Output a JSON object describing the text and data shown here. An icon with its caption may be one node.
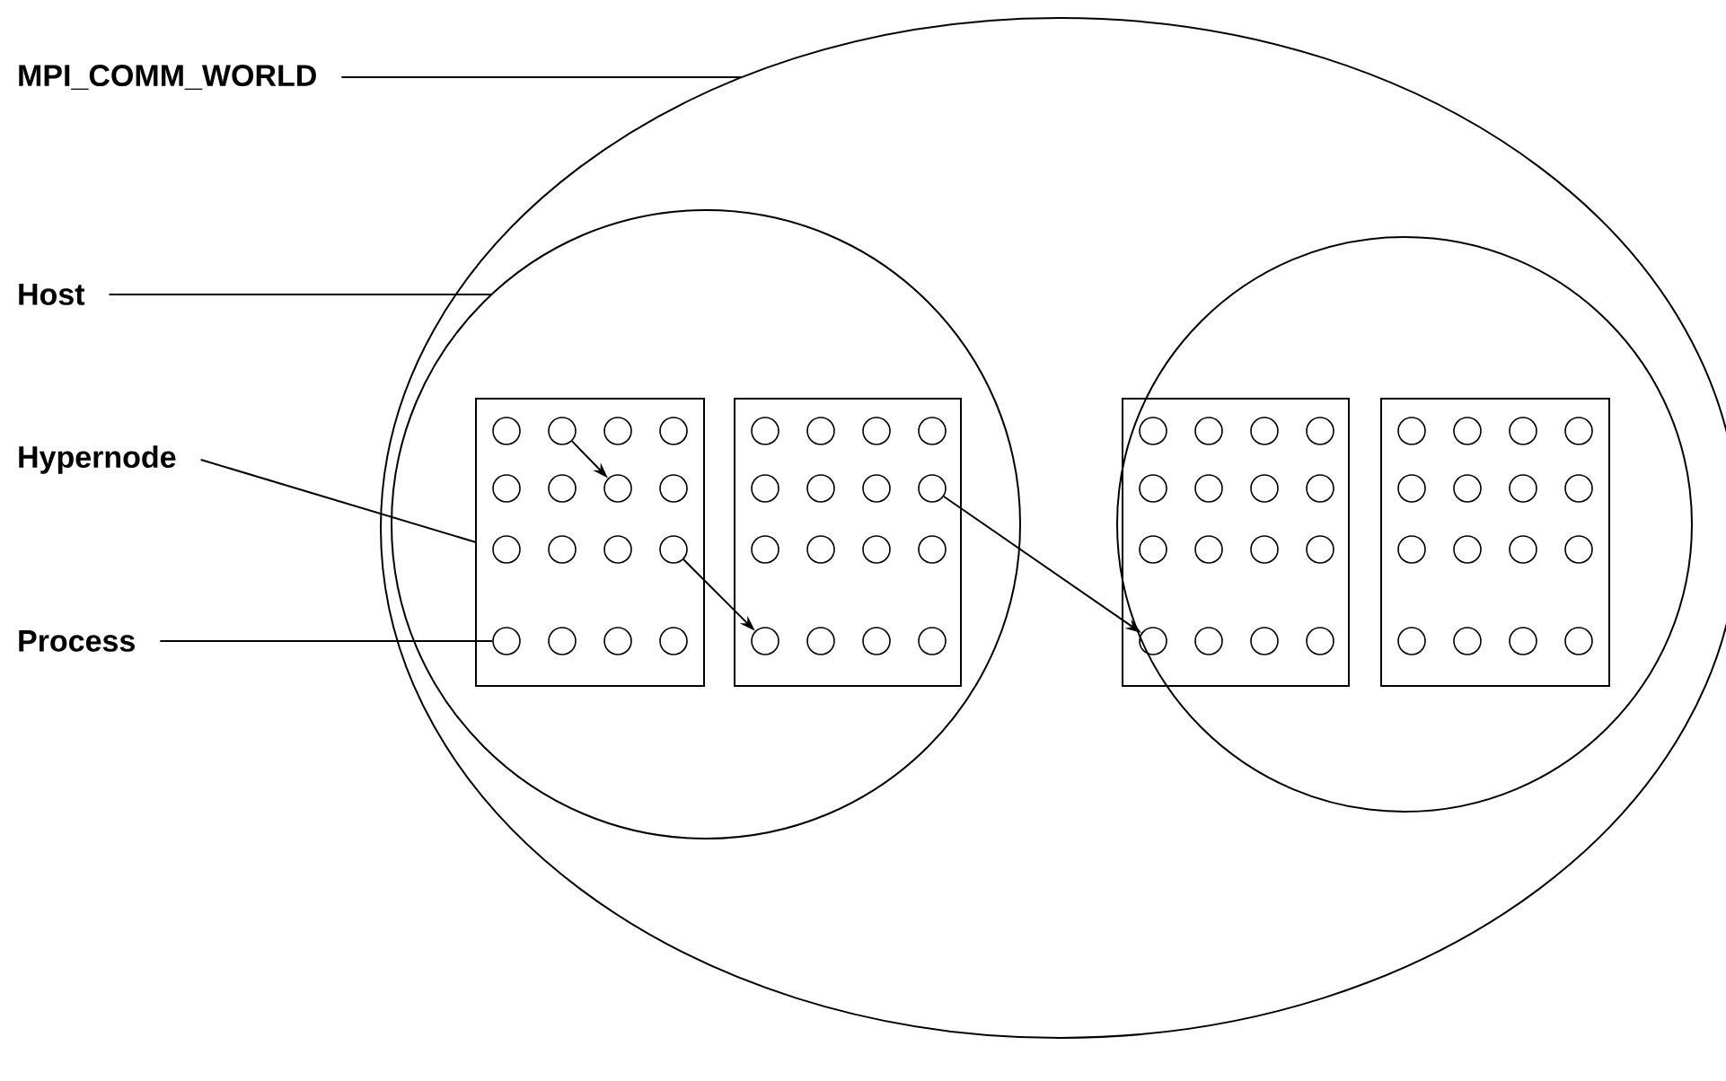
{
  "diagram": {
    "nodes": [
      {
        "text": [
          "MPI_COMM_WORLD"
        ]
      },
      {
        "text": [
          "Host"
        ]
      },
      {
        "text": [
          "Hypernode"
        ]
      },
      {
        "text": [
          "Process"
        ]
      },
      {
        "text": [],
        "shape": "ellipse"
      },
      {
        "text": [],
        "shape": "circle",
        "in": 4
      },
      {
        "text": [],
        "shape": "circle",
        "in": 4
      },
      {
        "text": [],
        "shape": "box",
        "in": 5
      },
      {
        "text": [],
        "shape": "circle",
        "in": 7
      },
      {
        "text": [],
        "shape": "circle",
        "in": 7
      },
      {
        "text": [],
        "shape": "circle",
        "in": 7
      },
      {
        "text": [],
        "shape": "circle",
        "in": 7
      },
      {
        "text": [],
        "shape": "circle",
        "in": 7
      },
      {
        "text": [],
        "shape": "circle",
        "in": 7
      },
      {
        "text": [],
        "shape": "circle",
        "in": 7
      },
      {
        "text": [],
        "shape": "circle",
        "in": 7
      },
      {
        "text": [],
        "shape": "circle",
        "in": 7
      },
      {
        "text": [],
        "shape": "circle",
        "in": 7
      },
      {
        "text": [],
        "shape": "circle",
        "in": 7
      },
      {
        "text": [],
        "shape": "circle",
        "in": 7
      },
      {
        "text": [],
        "shape": "circle",
        "in": 7
      },
      {
        "text": [],
        "shape": "circle",
        "in": 7
      },
      {
        "text": [],
        "shape": "circle",
        "in": 7
      },
      {
        "text": [],
        "shape": "circle",
        "in": 7
      },
      {
        "text": [],
        "shape": "box",
        "in": 5
      },
      {
        "text": [],
        "shape": "circle",
        "in": 24
      },
      {
        "text": [],
        "shape": "circle",
        "in": 24
      },
      {
        "text": [],
        "shape": "circle",
        "in": 24
      },
      {
        "text": [],
        "shape": "circle",
        "in": 24
      },
      {
        "text": [],
        "shape": "circle",
        "in": 24
      },
      {
        "text": [],
        "shape": "circle",
        "in": 24
      },
      {
        "text": [],
        "shape": "circle",
        "in": 24
      },
      {
        "text": [],
        "shape": "circle",
        "in": 24
      },
      {
        "text": [],
        "shape": "circle",
        "in": 24
      },
      {
        "text": [],
        "shape": "circle",
        "in": 24
      },
      {
        "text": [],
        "shape": "circle",
        "in": 24
      },
      {
        "text": [],
        "shape": "circle",
        "in": 24
      },
      {
        "text": [],
        "shape": "circle",
        "in": 24
      },
      {
        "text": [],
        "shape": "circle",
        "in": 24
      },
      {
        "text": [],
        "shape": "circle",
        "in": 24
      },
      {
        "text": [],
        "shape": "circle",
        "in": 24
      },
      {
        "text": [],
        "shape": "box",
        "in": 6
      },
      {
        "text": [],
        "shape": "circle",
        "in": 41
      },
      {
        "text": [],
        "shape": "circle",
        "in": 41
      },
      {
        "text": [],
        "shape": "circle",
        "in": 41
      },
      {
        "text": [],
        "shape": "circle",
        "in": 41
      },
      {
        "text": [],
        "shape": "circle",
        "in": 41
      },
      {
        "text": [],
        "shape": "circle",
        "in": 41
      },
      {
        "text": [],
        "shape": "circle",
        "in": 41
      },
      {
        "text": [],
        "shape": "circle",
        "in": 41
      },
      {
        "text": [],
        "shape": "circle",
        "in": 41
      },
      {
        "text": [],
        "shape": "circle",
        "in": 41
      },
      {
        "text": [],
        "shape": "circle",
        "in": 41
      },
      {
        "text": [],
        "shape": "circle",
        "in": 41
      },
      {
        "text": [],
        "shape": "circle",
        "in": 41
      },
      {
        "text": [],
        "shape": "circle",
        "in": 41
      },
      {
        "text": [],
        "shape": "circle",
        "in": 41
      },
      {
        "text": [],
        "shape": "circle",
        "in": 41
      },
      {
        "text": [],
        "shape": "box",
        "in": 6
      },
      {
        "text": [],
        "shape": "circle",
        "in": 58
      },
      {
        "text": [],
        "shape": "circle",
        "in": 58
      },
      {
        "text": [],
        "shape": "circle",
        "in": 58
      },
      {
        "text": [],
        "shape": "circle",
        "in": 58
      },
      {
        "text": [],
        "shape": "circle",
        "in": 58
      },
      {
        "text": [],
        "shape": "circle",
        "in": 58
      },
      {
        "text": [],
        "shape": "circle",
        "in": 58
      },
      {
        "text": [],
        "shape": "circle",
        "in": 58
      },
      {
        "text": [],
        "shape": "circle",
        "in": 58
      },
      {
        "text": [],
        "shape": "circle",
        "in": 58
      },
      {
        "text": [],
        "shape": "circle",
        "in": 58
      },
      {
        "text": [],
        "shape": "circle",
        "in": 58
      },
      {
        "text": [],
        "shape": "circle",
        "in": 58
      },
      {
        "text": [],
        "shape": "circle",
        "in": 58
      },
      {
        "text": [],
        "shape": "circle",
        "in": 58
      },
      {
        "text": [],
        "shape": "circle",
        "in": 58
      }
    ],
    "edges": [
      {
        "from": 0,
        "to": 4,
        "arrow": "none"
      },
      {
        "from": 1,
        "to": 5,
        "arrow": "none"
      },
      {
        "from": 2,
        "to": 7,
        "arrow": "none"
      },
      {
        "from": 3,
        "to": 20,
        "arrow": "none"
      },
      {
        "from": 9,
        "to": 14,
        "arrow": "to"
      },
      {
        "from": 19,
        "to": 37,
        "arrow": "to"
      },
      {
        "from": 32,
        "to": 54,
        "arrow": "to"
      }
    ]
  }
}
